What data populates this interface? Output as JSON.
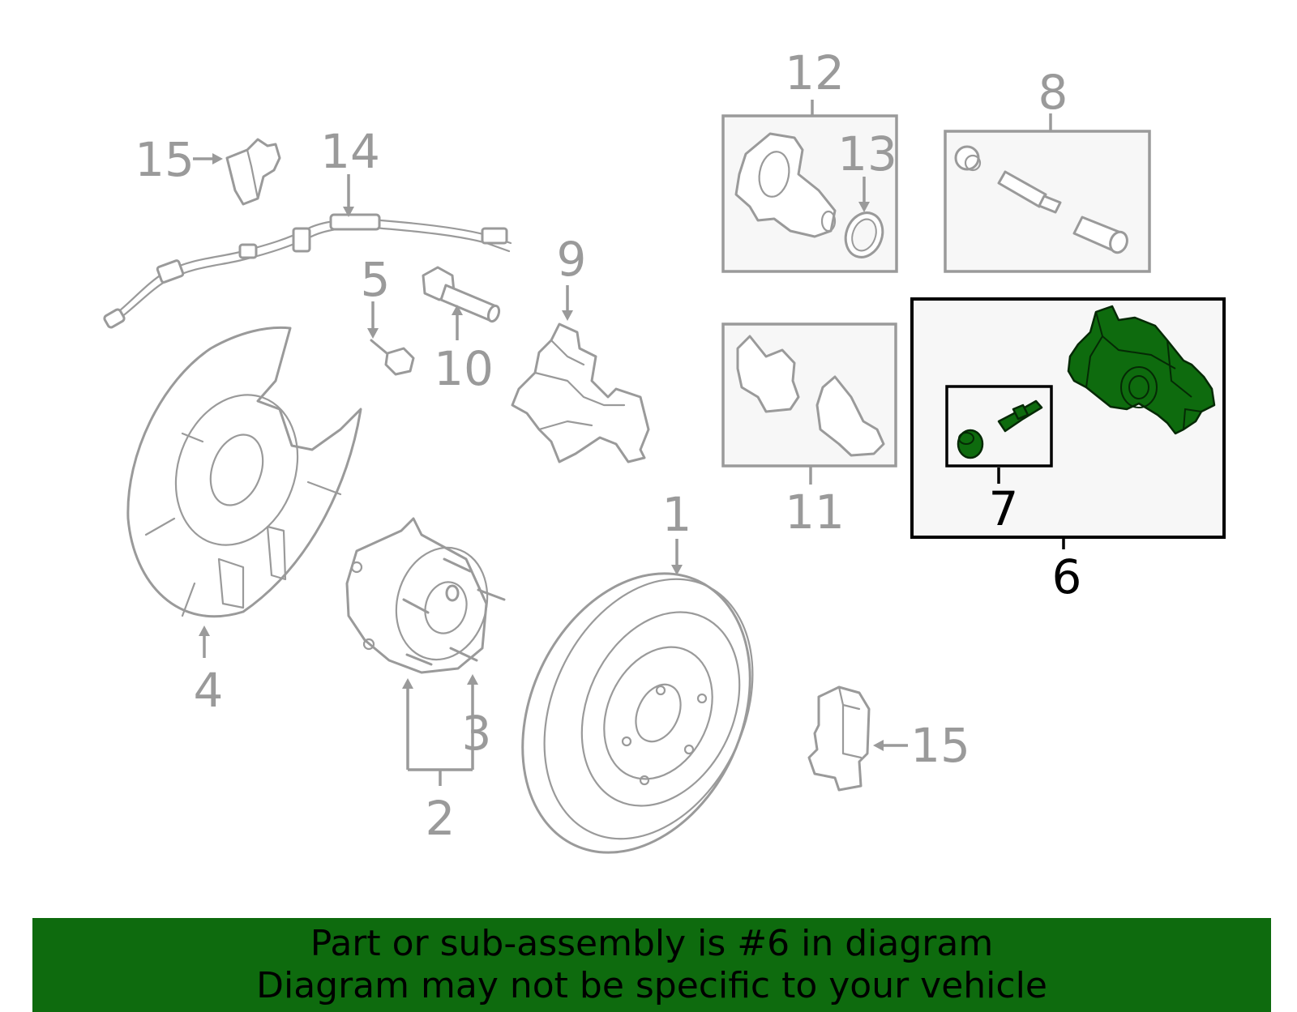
{
  "callouts": {
    "c1": "1",
    "c2": "2",
    "c3": "3",
    "c4": "4",
    "c5": "5",
    "c6": "6",
    "c7": "7",
    "c8": "8",
    "c9": "9",
    "c10": "10",
    "c11": "11",
    "c12": "12",
    "c13": "13",
    "c14": "14",
    "c15a": "15",
    "c15b": "15"
  },
  "highlighted_part": "6",
  "colors": {
    "highlight_fill": "#0e6b0e",
    "line_gray": "#9a9a9a",
    "banner_bg": "#0e6b0e",
    "banner_text": "#000000"
  },
  "banner": {
    "line1": "Part or sub-assembly is #6 in diagram",
    "line2": "Diagram may not be specific to your vehicle"
  }
}
